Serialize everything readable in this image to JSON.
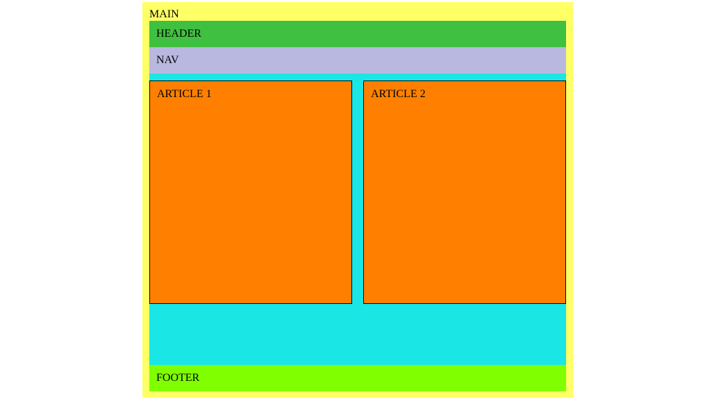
{
  "main": {
    "label": "MAIN"
  },
  "header": {
    "label": "HEADER"
  },
  "nav": {
    "label": "NAV"
  },
  "articles": [
    {
      "label": "ARTICLE 1"
    },
    {
      "label": "ARTICLE 2"
    }
  ],
  "footer": {
    "label": "FOOTER"
  },
  "colors": {
    "main_bg": "#ffff66",
    "header_bg": "#40c040",
    "nav_bg": "#b8b8e0",
    "content_bg": "#1ae6e6",
    "article_bg": "#ff8000",
    "footer_bg": "#80ff00"
  }
}
